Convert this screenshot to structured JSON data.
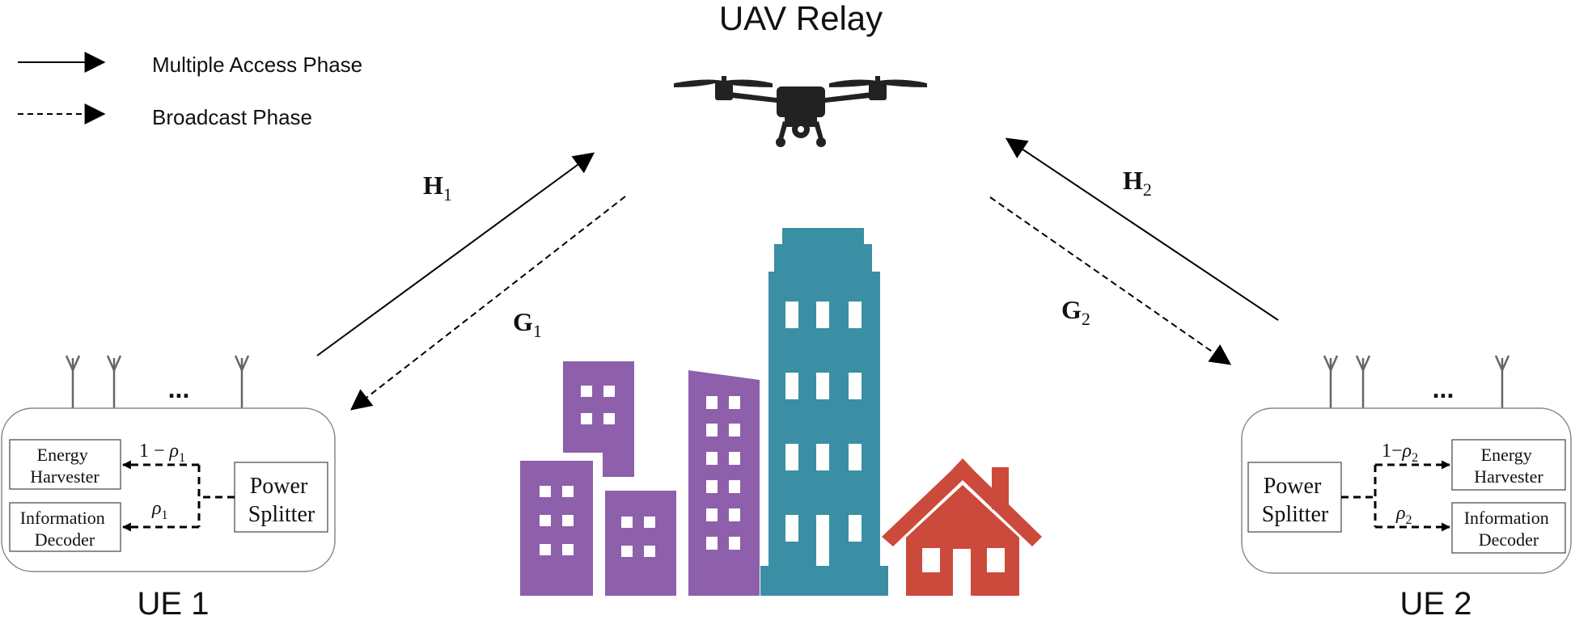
{
  "title": "UAV Relay",
  "legend": {
    "solid_label": "Multiple Access Phase",
    "dashed_label": "Broadcast Phase"
  },
  "links": {
    "h1": {
      "main": "H",
      "sub": "1"
    },
    "g1": {
      "main": "G",
      "sub": "1"
    },
    "h2": {
      "main": "H",
      "sub": "2"
    },
    "g2": {
      "main": "G",
      "sub": "2"
    }
  },
  "ue1": {
    "label": "UE 1",
    "dots": "...",
    "energy_harvester": [
      "Energy",
      "Harvester"
    ],
    "information_decoder": [
      "Information",
      "Decoder"
    ],
    "power_splitter": [
      "Power",
      "Splitter"
    ],
    "rho_top": {
      "prefix": "1 − ",
      "sym": "ρ",
      "sub": "1"
    },
    "rho_bottom": {
      "sym": "ρ",
      "sub": "1"
    }
  },
  "ue2": {
    "label": "UE 2",
    "dots": "...",
    "energy_harvester": [
      "Energy",
      "Harvester"
    ],
    "information_decoder": [
      "Information",
      "Decoder"
    ],
    "power_splitter": [
      "Power",
      "Splitter"
    ],
    "rho_top": {
      "prefix": "1−",
      "sym": "ρ",
      "sub": "2"
    },
    "rho_bottom": {
      "sym": "ρ",
      "sub": "2"
    }
  },
  "colors": {
    "line": "#000000",
    "box_border": "#888888",
    "antenna": "#666666",
    "drone": "#222222",
    "purple_building": "#8E5FAA",
    "teal_building": "#3A8FA4",
    "house": "#CC4A3B"
  },
  "icons": [
    "drone-icon",
    "antenna-icon",
    "building-icon",
    "house-icon"
  ]
}
